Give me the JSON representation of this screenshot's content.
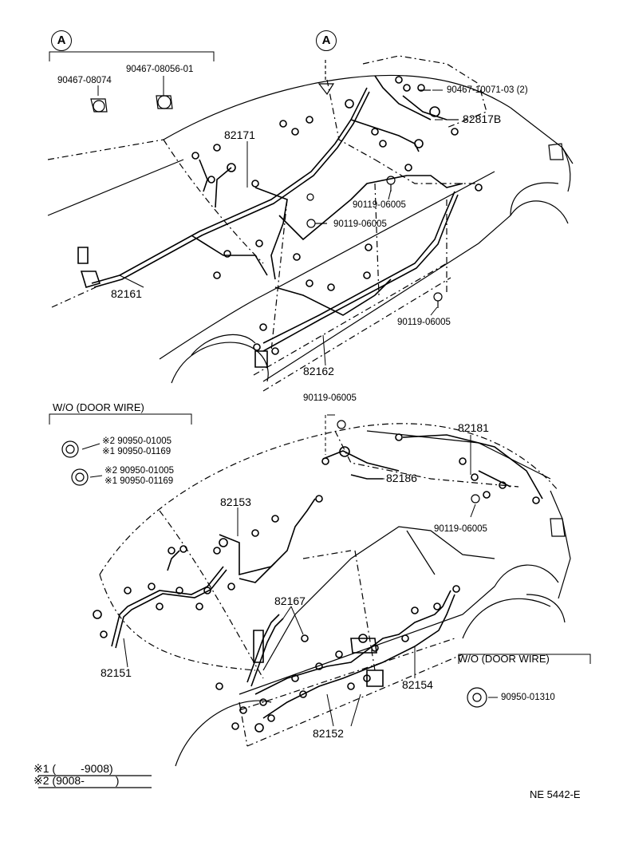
{
  "callouts": {
    "a_left": "A",
    "a_top": "A"
  },
  "upper": {
    "clip_a": "90467-08074",
    "clip_b": "90467-08056-01",
    "clip_c": "90467-10071-03 (2)",
    "wire_82817b": "82817B",
    "wire_82171": "82171",
    "bolt_1": "90119-06005",
    "bolt_2": "90119-06005",
    "bolt_3": "90119-06005",
    "wire_82161": "82161",
    "wire_82162": "82162"
  },
  "lower": {
    "door_title": "W/O (DOOR WIRE)",
    "grommet_a_1": "※2 90950-01005",
    "grommet_a_2": "※1 90950-01169",
    "grommet_b_1": "※2 90950-01005",
    "grommet_b_2": "※1 90950-01169",
    "bolt_top": "90119-06005",
    "wire_82181": "82181",
    "wire_82186": "82186",
    "bolt_right": "90119-06005",
    "wire_82153": "82153",
    "wire_82167": "82167",
    "wire_82151": "82151",
    "wire_82154": "82154",
    "wire_82152": "82152",
    "door_title_right": "W/O (DOOR WIRE)",
    "grommet_c": "90950-01310"
  },
  "legend": {
    "line1": "※1 (        -9008)",
    "line2": "※2 (9008-          )"
  },
  "code": "NE 5442-E"
}
